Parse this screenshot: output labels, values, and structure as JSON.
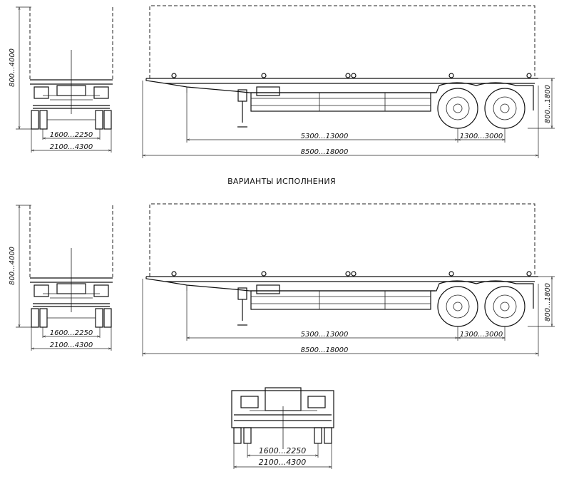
{
  "caption": "ВАРИАНТЫ ИСПОЛНЕНИЯ",
  "dims": {
    "height_total": "800...4000",
    "height_platform": "800...1800",
    "track_inner": "1600...2250",
    "width_outer": "2100...4300",
    "wheelbase_main": "5300...13000",
    "axle_spacing": "1300...3000",
    "length_total": "8500...18000"
  }
}
